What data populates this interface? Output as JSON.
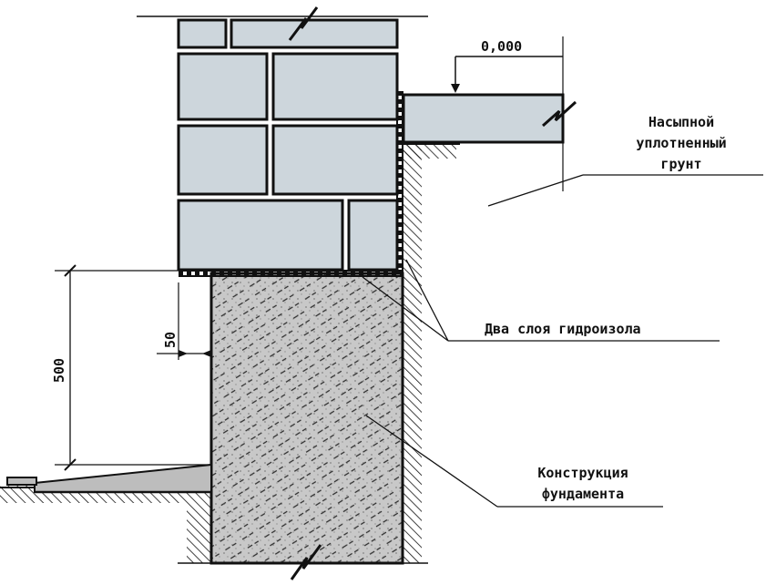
{
  "colors": {
    "brick_fill": "#cdd6dc",
    "concrete_fill": "#c8c8c8",
    "line": "#111111",
    "background": "#ffffff"
  },
  "labels": {
    "level_mark": "0,000",
    "soil": [
      "Насыпной",
      "уплотненный",
      "грунт"
    ],
    "waterproofing": "Два слоя гидроизола",
    "foundation": [
      "Конструкция",
      "фундамента"
    ],
    "dim_height": "500",
    "dim_offset": "50"
  }
}
